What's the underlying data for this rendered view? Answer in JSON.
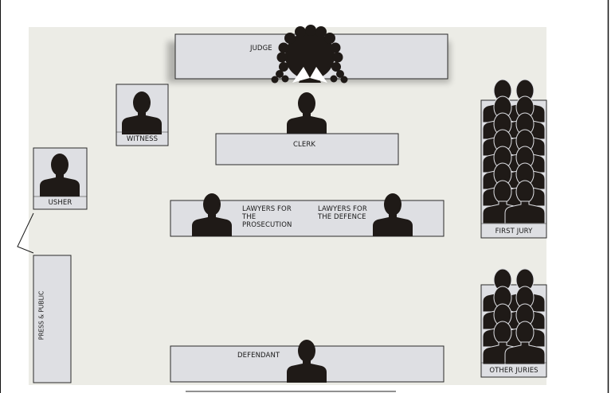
{
  "labels": {
    "judge": "JUDGE",
    "witness": "WITNESS",
    "clerk": "CLERK",
    "usher": "USHER",
    "prosecution": [
      "LAWYERS FOR",
      "THE",
      "PROSECUTION"
    ],
    "defence": [
      "LAWYERS FOR",
      "THE DEFENCE"
    ],
    "first_jury": "FIRST JURY",
    "press_public": "PRESS & PUBLIC",
    "defendant": "DEFENDANT",
    "other_juries": "OTHER JURIES"
  },
  "colors": {
    "floor": "#ecece6",
    "desk": "#dedfe3",
    "desk_border": "#2a2a2a",
    "figure": "#1f1a17",
    "jabot": "#ffffff"
  },
  "icons": [
    "person-silhouette-icon",
    "judge-wig-icon"
  ]
}
